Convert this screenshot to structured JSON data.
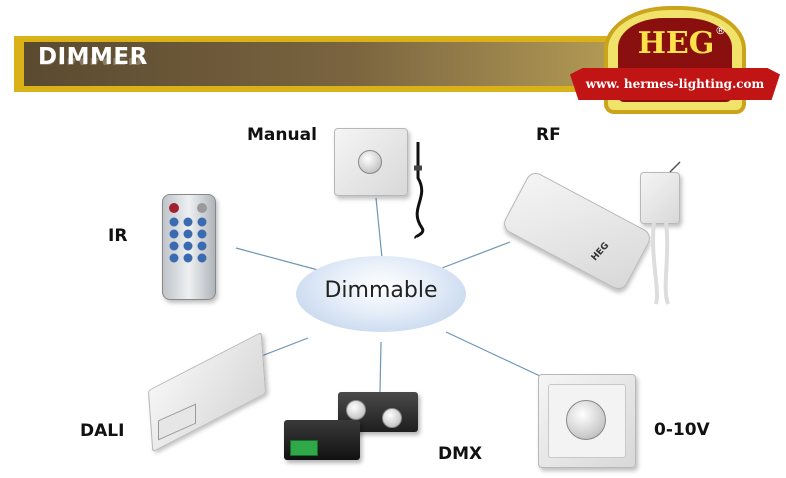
{
  "header": {
    "title": "DIMMER"
  },
  "logo": {
    "brand": "HEG",
    "registered": "®",
    "url": "www. hermes-lighting.com"
  },
  "center": {
    "label": "Dimmable"
  },
  "nodes": {
    "manual": {
      "label": "Manual"
    },
    "rf": {
      "label": "RF",
      "remote_brand": "HEG"
    },
    "ir": {
      "label": "IR"
    },
    "dali": {
      "label": "DALI"
    },
    "dmx": {
      "label": "DMX"
    },
    "v010": {
      "label": "0-10V"
    }
  },
  "colors": {
    "banner_gold": "#d9b21a",
    "banner_brown": "#5a4a30",
    "logo_red": "#c11515",
    "line": "#6f95b5",
    "ellipse": "#b9cde9"
  }
}
